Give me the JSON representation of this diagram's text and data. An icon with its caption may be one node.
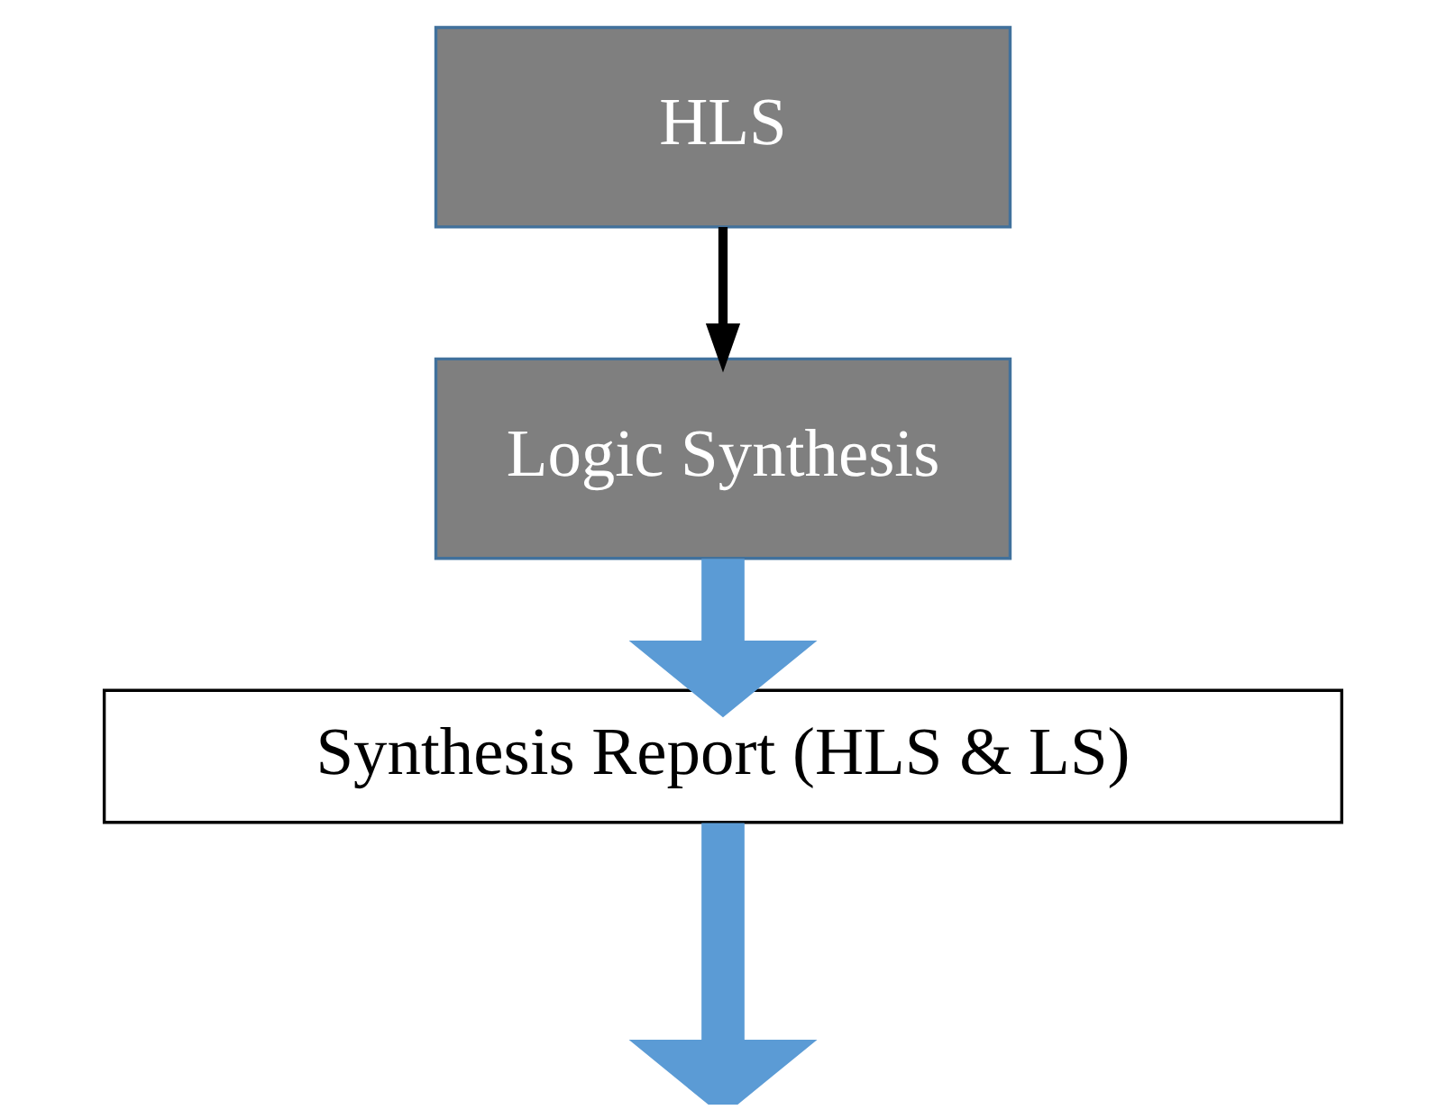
{
  "diagram": {
    "nodes": [
      {
        "text": [
          "HLS"
        ]
      },
      {
        "text": [
          "Logic Synthesis"
        ]
      },
      {
        "text": [
          "Synthesis Report (HLS & LS)"
        ]
      }
    ],
    "edges": [
      {
        "from": 0,
        "to": 1,
        "arrow": "to",
        "color": "#000000"
      },
      {
        "from": 1,
        "to": 2,
        "arrow": "to"
      },
      {
        "from": 2,
        "to": null,
        "arrow": "to"
      }
    ]
  }
}
